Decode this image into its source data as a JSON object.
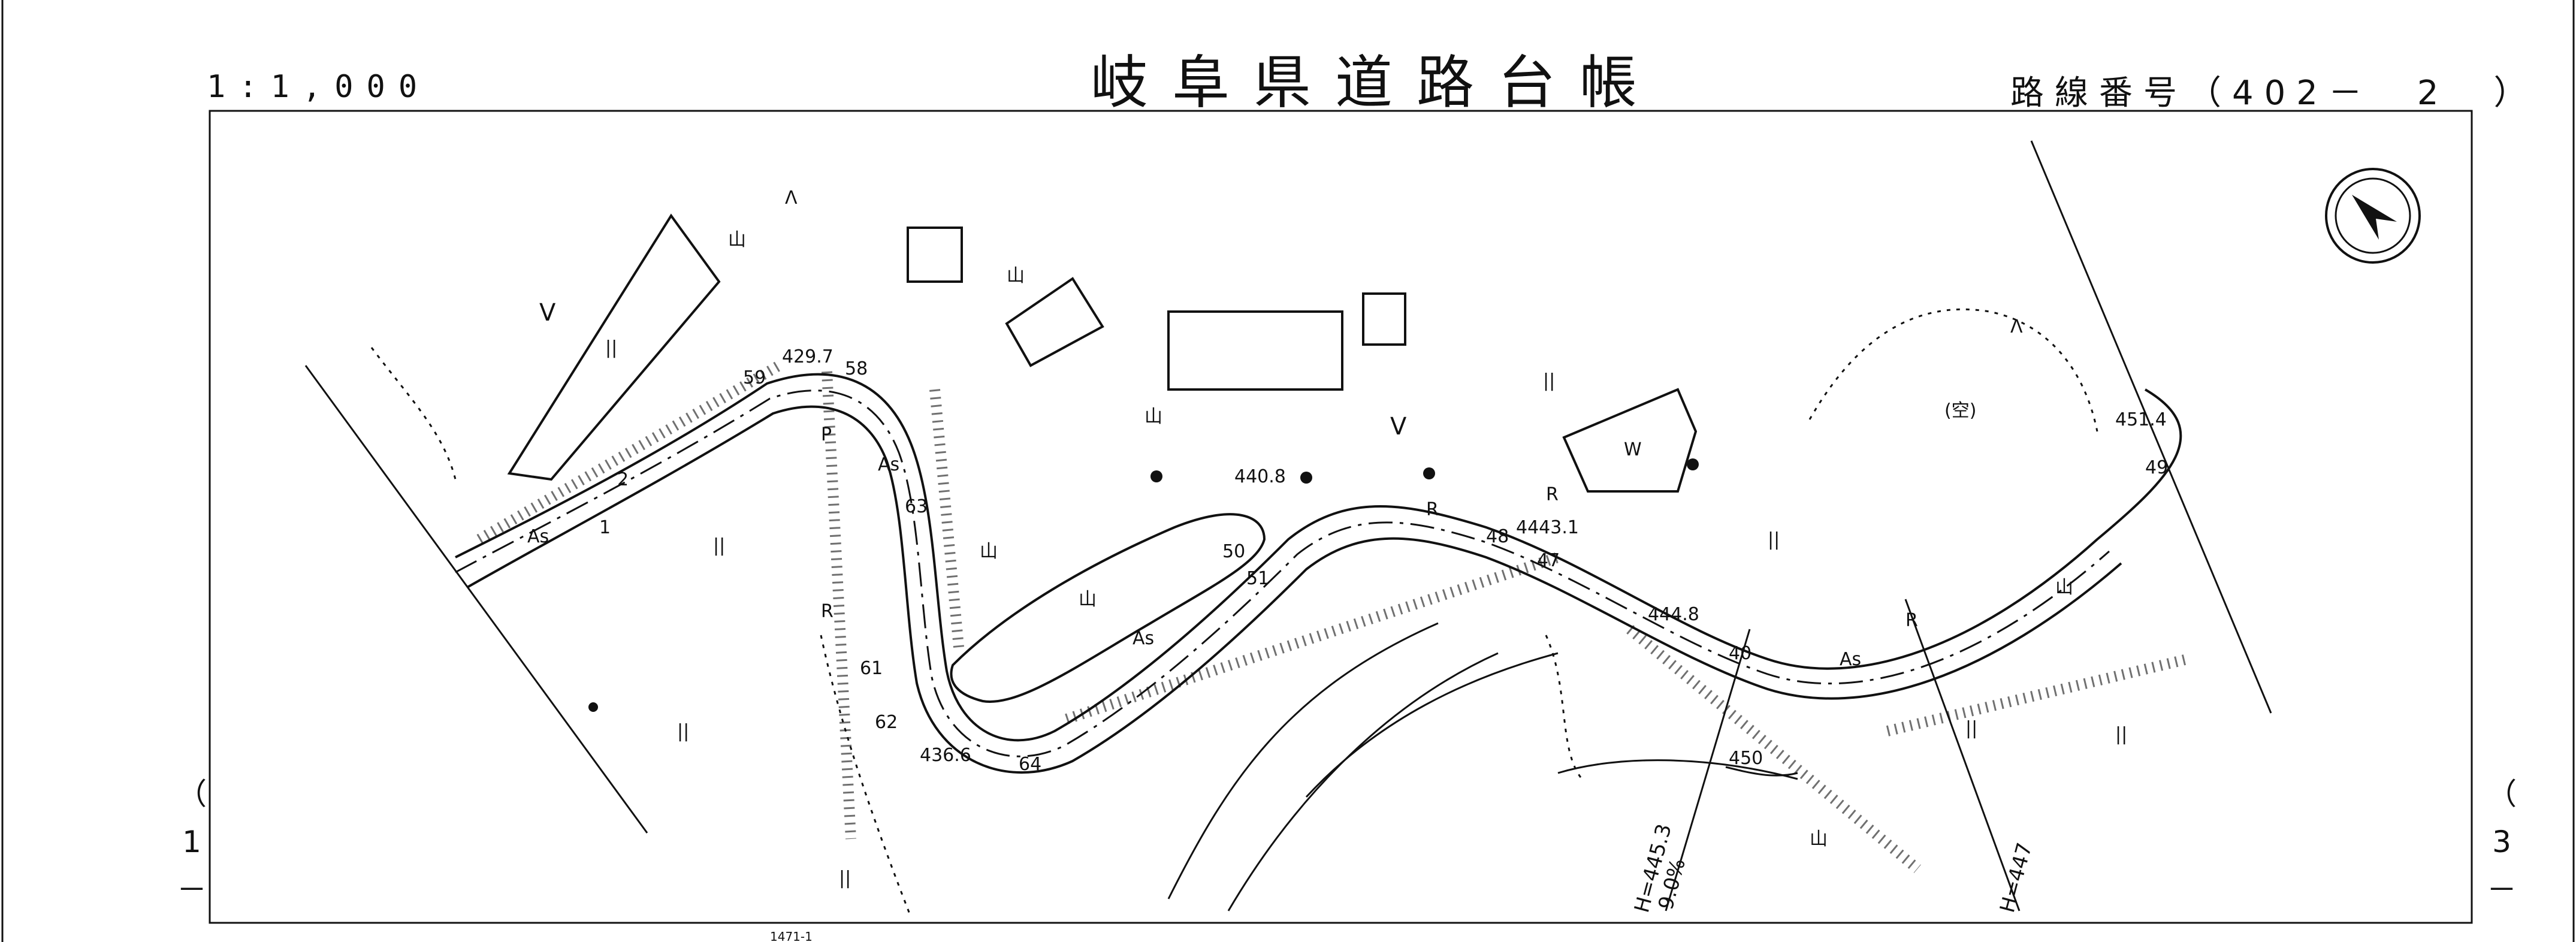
{
  "header": {
    "scale": "1:1,000",
    "title": "岐阜県道路台帳",
    "route_number": "路線番号（402－　2　）"
  },
  "sheet": {
    "left_marker": [
      "（",
      "1",
      "－"
    ],
    "right_marker": [
      "（",
      "3",
      "－"
    ]
  },
  "map": {
    "north_arrow": "north-arrow-icon",
    "land_use": {
      "paddy": "||",
      "field": "V",
      "forest": "山",
      "wasteland": "Λ",
      "vacant": "(空)",
      "water": "W",
      "asphalt": "As",
      "road_r": "R",
      "parking": "P"
    },
    "elevations": [
      "429.7",
      "440.8",
      "4443.1",
      "444.8",
      "436.6",
      "451.4",
      "450"
    ],
    "stations": [
      "59",
      "58",
      "63",
      "61",
      "62",
      "64",
      "2",
      "1",
      "50",
      "51",
      "48",
      "47",
      "40",
      "49"
    ],
    "gradient_labels": [
      "H=445.3",
      "9.0%",
      "H=447"
    ],
    "parcel_number": "1471-1"
  }
}
